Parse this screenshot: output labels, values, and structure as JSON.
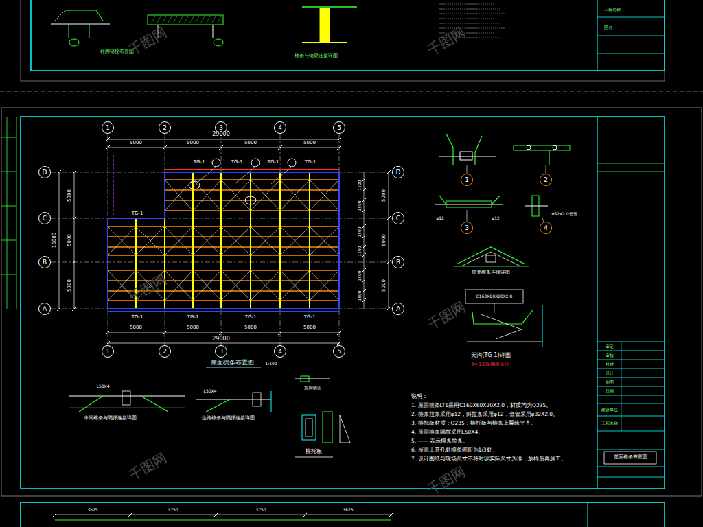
{
  "diagram": {
    "nodes": [
      {
        "text": [
          "1"
        ]
      },
      {
        "text": [
          "2"
        ]
      },
      {
        "text": [
          "3"
        ]
      },
      {
        "text": [
          "4"
        ]
      },
      {
        "text": [
          "5"
        ]
      },
      {
        "text": [
          "D"
        ]
      },
      {
        "text": [
          "D"
        ]
      },
      {
        "text": [
          "1"
        ]
      },
      {
        "text": [
          "2"
        ]
      },
      {
        "text": [
          "C"
        ]
      },
      {
        "text": [
          "C"
        ]
      },
      {
        "text": [
          "3"
        ]
      },
      {
        "text": [
          "4"
        ]
      },
      {
        "text": [
          "B"
        ]
      },
      {
        "text": [
          "B"
        ]
      },
      {
        "text": [
          "A"
        ]
      },
      {
        "text": [
          "A"
        ]
      },
      {
        "text": [
          "1"
        ]
      },
      {
        "text": [
          "2"
        ]
      },
      {
        "text": [
          "3"
        ]
      },
      {
        "text": [
          "4"
        ]
      },
      {
        "text": [
          "5"
        ]
      }
    ],
    "labels": [
      "柱脚锚栓布置图",
      "檩条与钢梁连接详图",
      "工程名称",
      "图名",
      "29000",
      "5000",
      "5000",
      "5000",
      "5000",
      "5000",
      "5000",
      "5000",
      "15000",
      "5000",
      "5000",
      "5000",
      "1500",
      "1500",
      "1500",
      "1500",
      "1500",
      "1500",
      "TG-1",
      "TG-1",
      "TG-1",
      "TG-1",
      "TG-1",
      "TG-1",
      "TG-1",
      "TG-1",
      "TG-1",
      "5000",
      "5000",
      "5000",
      "5000",
      "29000",
      "屋面檩条布置图",
      "1:100",
      "φ12",
      "φ12",
      "φ32X2.0套管",
      "屋脊檩条连接详图",
      "C160X60X20X2.0",
      "天沟(TG-1)详图",
      "t=0.8厚钢板天沟",
      "L50X4",
      "L50X4",
      "中间檩条与隅撑连接详图",
      "边跨檩条与隅撑连接详图",
      "拉条做法",
      "檩托板",
      "说明：",
      "1. 屋面檩条LT1采用C160X60X20X2.0，材质均为Q235。",
      "2. 檩条拉条采用φ12，斜拉条采用φ12，套管采用φ32X2.0。",
      "3. 檩托板材质：Q235；檩托板与檩条上翼缘平齐。",
      "4. 屋面檩条隅撑采用L50X4。",
      "5. —— 表示檩条拉条。",
      "6. 屋面上开孔处檩条间距为1/3处。",
      "7. 设计图纸与现场尺寸不符时以实际尺寸为准，放样后再施工。",
      "审定",
      "审核",
      "校对",
      "设计",
      "制图",
      "日期",
      "建设单位",
      "工程名称",
      "屋面檩条布置图",
      "3625",
      "3750",
      "3750",
      "3625",
      "千图网",
      "千图网",
      "千图网",
      "千图网",
      "千图网",
      "千图网"
    ]
  }
}
